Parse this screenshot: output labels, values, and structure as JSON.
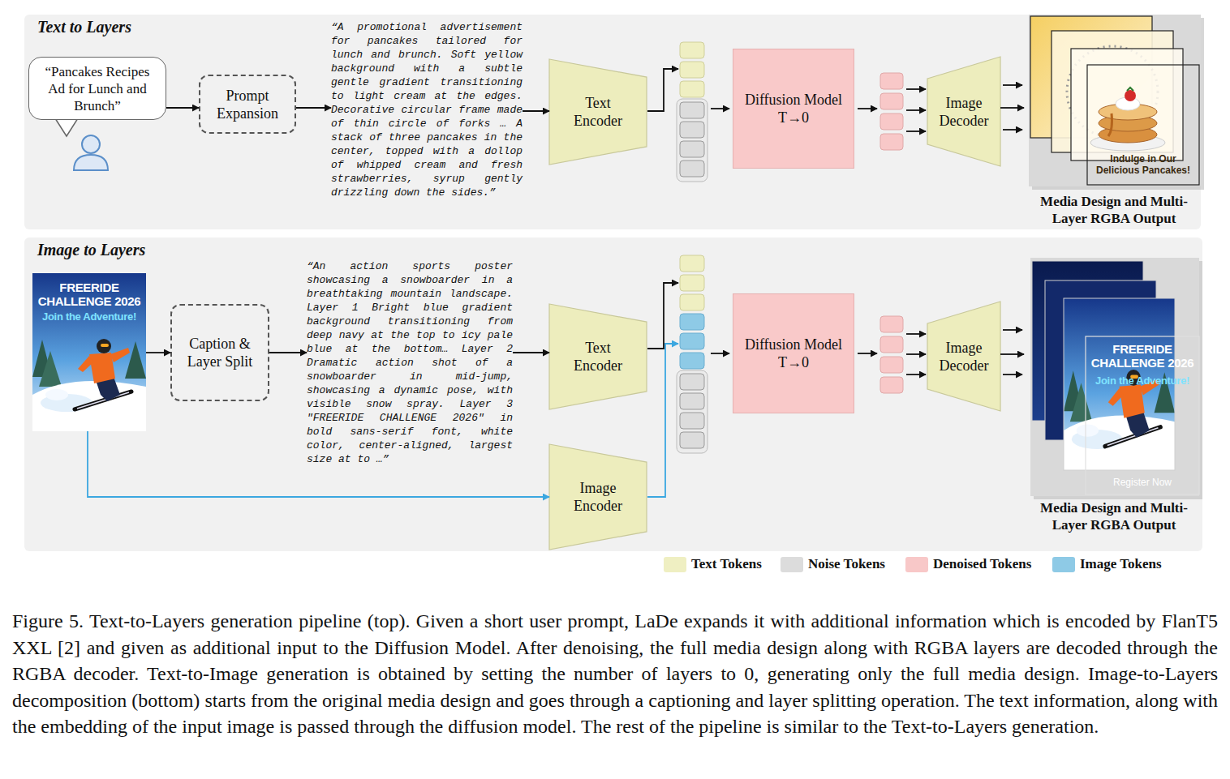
{
  "diagram": {
    "caption": "Figure 5. Text-to-Layers generation pipeline (top). Given a short user prompt, LaDe expands it with additional information which is encoded by FlanT5 XXL [2] and given as additional input to the Diffusion Model. After denoising, the full media design along with RGBA layers are decoded through the RGBA decoder. Text-to-Image generation is obtained by setting the number of layers to 0, generating only the full media design. Image-to-Layers decomposition (bottom) starts from the original media design and goes through a captioning and layer splitting operation. The text information, along with the embedding of the input image is passed through the diffusion model. The rest of the pipeline is similar to the Text-to-Layers generation.",
    "nodes": [
      {
        "text": [
          "Text to Layers"
        ]
      },
      {
        "text": [
          "“Pancakes Recipes Ad for Lunch and Brunch”"
        ],
        "in": 0
      },
      {
        "text": [
          "Prompt Expansion"
        ],
        "in": 0
      },
      {
        "text": [
          "“A promotional advertisement for pancakes tailored for lunch and brunch. Soft yellow background with a subtle gentle gradient transitioning to light cream at the edges. Decorative circular frame made of thin circle of forks … A stack of three pancakes in the center, topped with a dollop of whipped cream and fresh strawberries, syrup gently drizzling down the sides.”"
        ],
        "in": 0
      },
      {
        "text": [
          "Text Encoder"
        ],
        "in": 0
      },
      {
        "text": [
          "Diffusion Model T→0"
        ],
        "in": 0
      },
      {
        "text": [
          "Image Decoder"
        ],
        "in": 0
      },
      {
        "text": [
          "Media Design and Multi-Layer RGBA Output"
        ],
        "in": 0
      },
      {
        "text": [
          "Image to Layers"
        ]
      },
      {
        "text": [
          "FREERIDE CHALLENGE 2026",
          "Join the Adventure!",
          "Register Now"
        ],
        "in": 8
      },
      {
        "text": [
          "Caption & Layer Split"
        ],
        "in": 8
      },
      {
        "text": [
          "“An action sports poster showcasing a snowboarder in a breathtaking mountain landscape. Layer 1 Bright blue gradient background transitioning from deep navy at the top to icy pale blue at the bottom… Layer 2 Dramatic action shot of a snowboarder in mid-jump, showcasing a dynamic pose, with visible snow spray. Layer 3 \"FREERIDE CHALLENGE 2026\" in bold sans-serif font, white color, center-aligned, largest size at to …”"
        ],
        "in": 8
      },
      {
        "text": [
          "Text Encoder"
        ],
        "in": 8
      },
      {
        "text": [
          "Image Encoder"
        ],
        "in": 8
      },
      {
        "text": [
          "Diffusion Model T→0"
        ],
        "in": 8
      },
      {
        "text": [
          "Image Decoder"
        ],
        "in": 8
      },
      {
        "text": [
          "Media Design and Multi-Layer RGBA Output"
        ],
        "in": 8
      }
    ],
    "edges": [
      {
        "from": 1,
        "to": 2,
        "arrow": "to"
      },
      {
        "from": 2,
        "to": 3,
        "arrow": "to"
      },
      {
        "from": 3,
        "to": 4,
        "arrow": "to"
      },
      {
        "from": 6,
        "to": 7,
        "arrow": "to"
      },
      {
        "from": 9,
        "to": 10,
        "arrow": "to"
      },
      {
        "from": 10,
        "to": 11,
        "arrow": "to"
      },
      {
        "from": 11,
        "to": 12,
        "arrow": "to"
      },
      {
        "from": 9,
        "to": 13,
        "arrow": "to"
      },
      {
        "from": 15,
        "to": 16,
        "arrow": "to"
      }
    ],
    "labels": [
      "Indulge in Our Delicious Pancakes!",
      "FREERIDE CHALLENGE 2026",
      "Join the Adventure!",
      "Register Now"
    ],
    "legend": [
      {
        "text": "Text Tokens",
        "color": "#efefc2"
      },
      {
        "text": "Noise Tokens",
        "color": "#dcdcdc"
      },
      {
        "text": "Denoised Tokens",
        "color": "#f8c8c8"
      },
      {
        "text": "Image Tokens",
        "color": "#8ecae6"
      }
    ]
  }
}
